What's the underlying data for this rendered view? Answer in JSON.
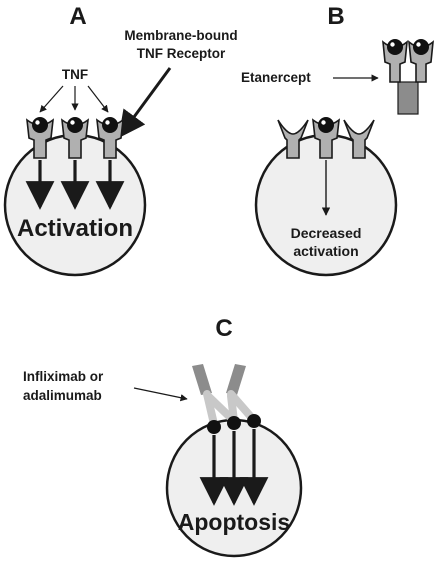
{
  "panels": {
    "a": {
      "letter": "A",
      "tnf_label": "TNF",
      "receptor_label_line1": "Membrane-bound",
      "receptor_label_line2": "TNF Receptor",
      "outcome": "Activation"
    },
    "b": {
      "letter": "B",
      "drug_label": "Etanercept",
      "outcome_line1": "Decreased",
      "outcome_line2": "activation"
    },
    "c": {
      "letter": "C",
      "drug_label_line1": "Infliximab or",
      "drug_label_line2": "adalimumab",
      "outcome": "Apoptosis"
    }
  },
  "colors": {
    "cell_fill": "#efefef",
    "receptor_fill": "#b0b0b0",
    "antibody_dark": "#8c8c8c",
    "antibody_light": "#c8c8c8",
    "ligand": "#111111",
    "outline": "#1a1a1a"
  }
}
